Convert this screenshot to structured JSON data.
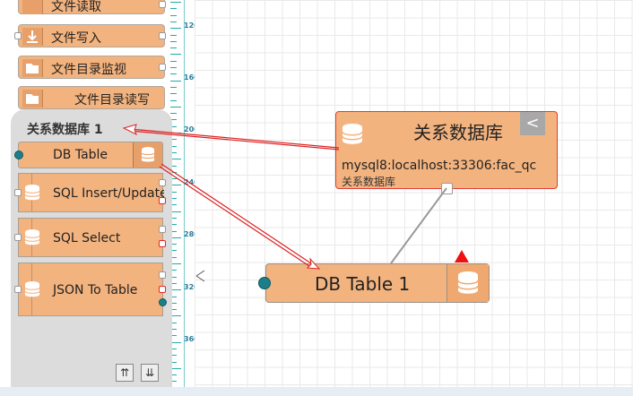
{
  "palette_top": {
    "items": [
      {
        "label": "文件读取"
      },
      {
        "label": "文件写入"
      },
      {
        "label": "文件目录监视"
      },
      {
        "label": "文件目录读写"
      }
    ]
  },
  "panel": {
    "title": "关系数据库 1",
    "nodes": [
      {
        "label": "DB Table"
      },
      {
        "label": "SQL Insert/Update"
      },
      {
        "label": "SQL Select"
      },
      {
        "label": "JSON To Table"
      }
    ]
  },
  "ruler": {
    "labels": [
      "120",
      "160",
      "200",
      "240",
      "280",
      "320",
      "360"
    ]
  },
  "config_node": {
    "title": "关系数据库",
    "connection": "mysql8:localhost:33306:fac_qc",
    "type_label": "关系数据库",
    "collapse_glyph": "<"
  },
  "flow_node": {
    "label": "DB Table 1"
  },
  "colors": {
    "node_fill": "#f3b37f",
    "arrow": "#dd2222",
    "port_teal": "#1d7e8a"
  },
  "scroll": {
    "up": "⇈",
    "down": "⇊"
  }
}
